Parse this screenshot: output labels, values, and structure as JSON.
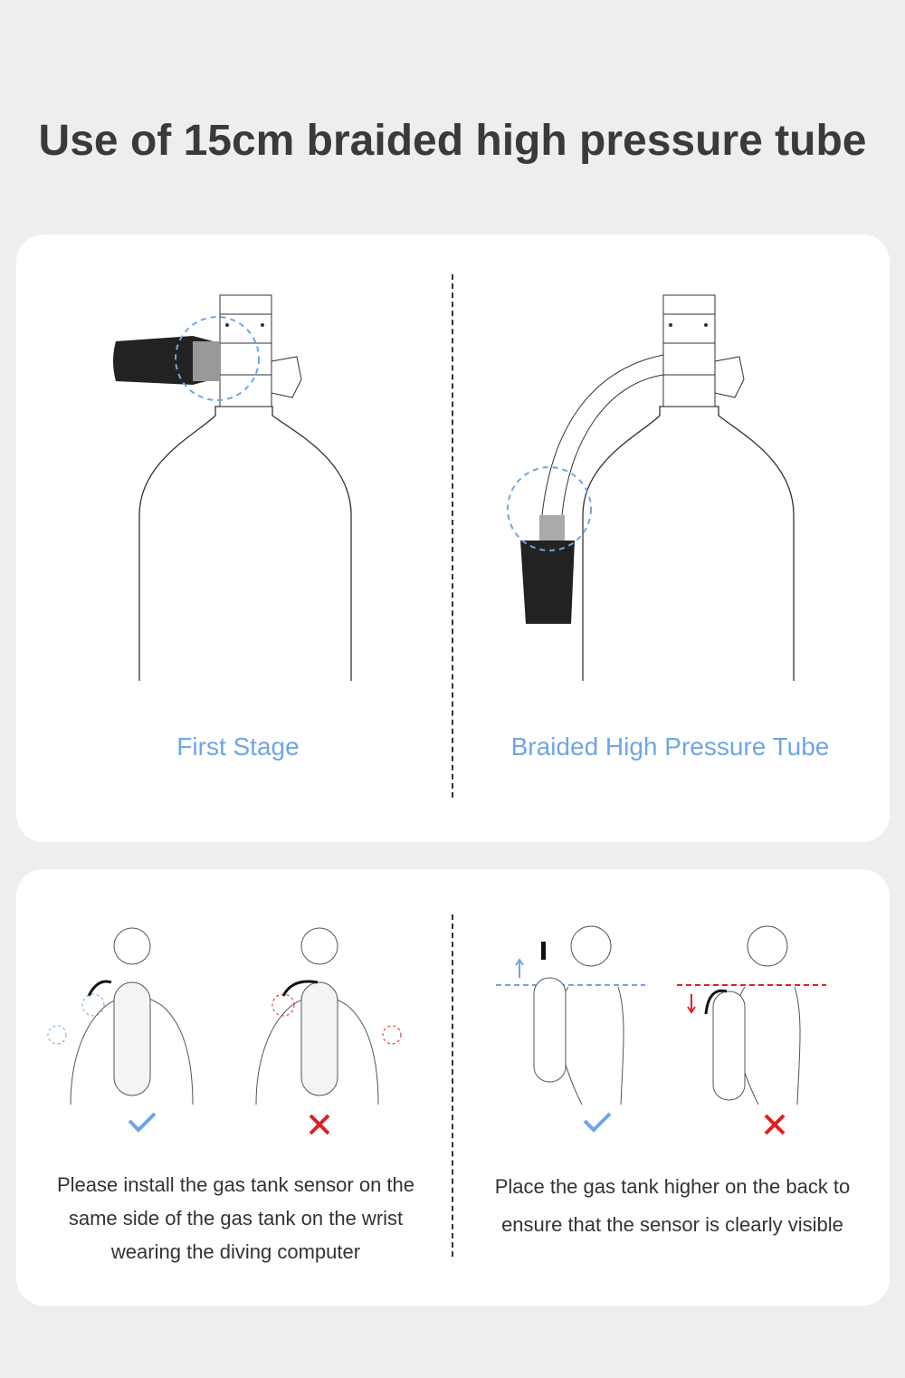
{
  "title": "Use of 15cm braided high pressure tube",
  "top_panel": {
    "left_label": "First Stage",
    "right_label": "Braided High Pressure Tube"
  },
  "bottom_panel": {
    "left_text": [
      "Please install the gas tank sensor on the",
      "same side of the gas tank on the wrist",
      "wearing the diving computer"
    ],
    "right_text": [
      "Place the gas tank higher on the back to",
      "ensure that the sensor is clearly visible"
    ]
  },
  "colors": {
    "accent": "#6fa5e6",
    "wrong": "#e02020",
    "text": "#333333"
  }
}
